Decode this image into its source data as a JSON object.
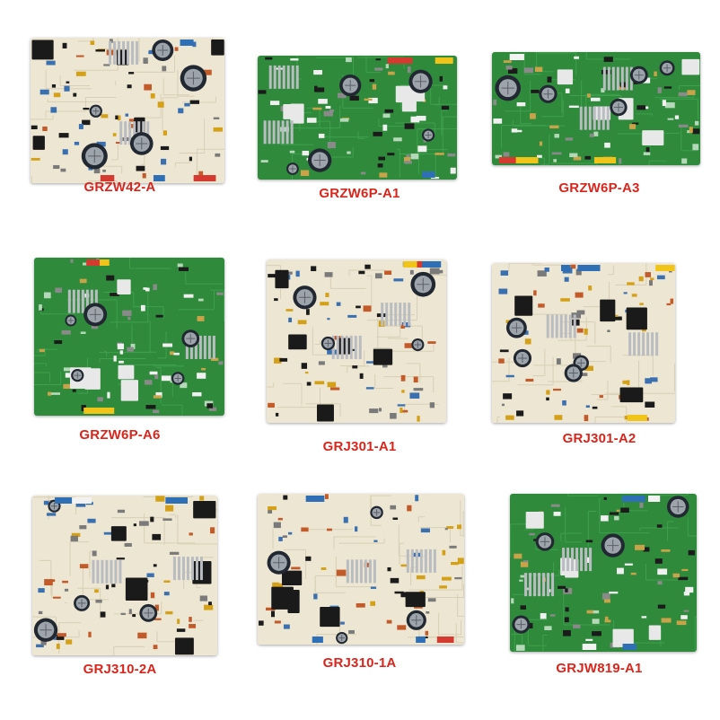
{
  "boards": [
    {
      "label": "GRZW42-A",
      "pcb": "cream"
    },
    {
      "label": "GRZW6P-A1",
      "pcb": "green"
    },
    {
      "label": "GRZW6P-A3",
      "pcb": "green"
    },
    {
      "label": "GRZW6P-A6",
      "pcb": "green"
    },
    {
      "label": "GRJ301-A1",
      "pcb": "cream"
    },
    {
      "label": "GRJ301-A2",
      "pcb": "cream"
    },
    {
      "label": "GRJ310-2A",
      "pcb": "cream"
    },
    {
      "label": "GRJ310-1A",
      "pcb": "cream"
    },
    {
      "label": "GRJW819-A1",
      "pcb": "green"
    }
  ],
  "colors": {
    "label": "#d9261c",
    "green_pcb": "#2f8a3c",
    "cream_pcb": "#ece6d2"
  }
}
